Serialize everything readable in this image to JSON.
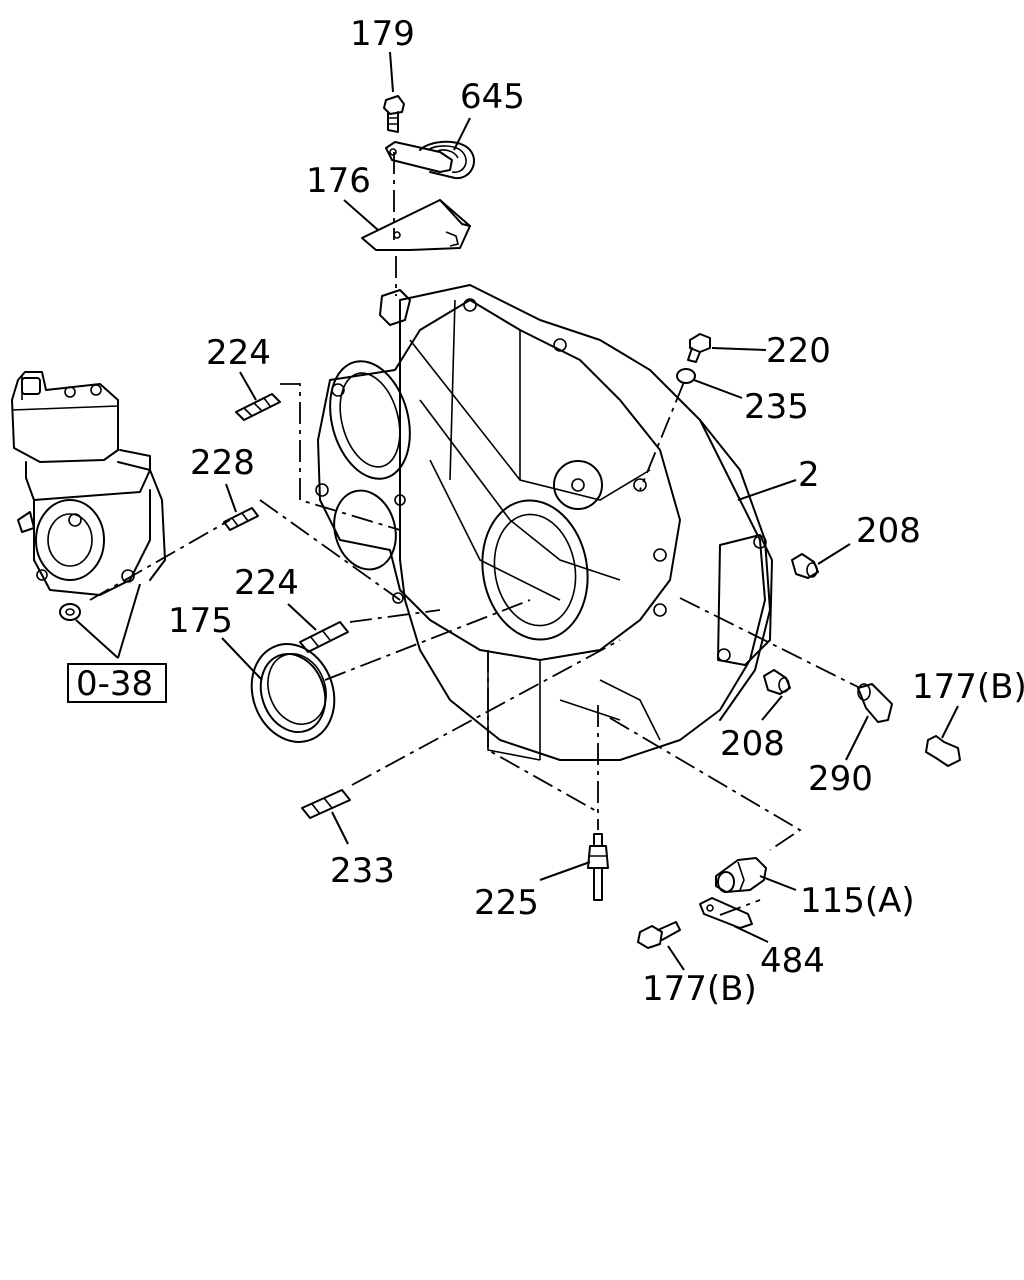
{
  "diagram": {
    "labels": {
      "p179": "179",
      "p645": "645",
      "p176": "176",
      "p224_top": "224",
      "p228": "228",
      "p224_mid": "224",
      "p175": "175",
      "p0_38": "0-38",
      "p220": "220",
      "p235": "235",
      "p2": "2",
      "p208_top": "208",
      "p208_bottom": "208",
      "p177b_right": "177(B)",
      "p290": "290",
      "p233": "233",
      "p225": "225",
      "p115a": "115(A)",
      "p484": "484",
      "p177b_bottom": "177(B)"
    }
  }
}
